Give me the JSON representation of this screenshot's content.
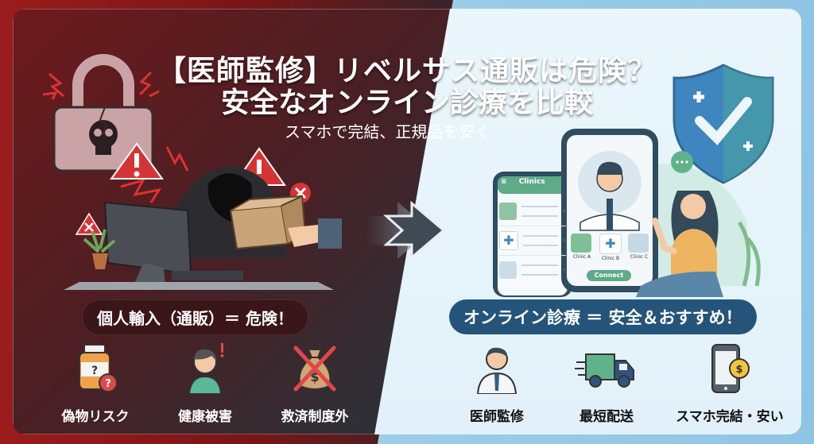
{
  "header": {
    "title_line1": "【医師監修】リベルサス通販は危険？",
    "title_line2": "安全なオンライン診療を比較",
    "subtitle": "スマホで完結、正規品を安く"
  },
  "left_panel": {
    "theme": "danger",
    "colors": {
      "primary": "#9b1c1c",
      "alert": "#d63434",
      "pill_bg": "#3a1618"
    },
    "illustration": [
      "broken-padlock-skull",
      "warning-triangles",
      "hooded-figure-at-computer",
      "package-handoff"
    ],
    "banner": "個人輸入（通販）＝ 危険！",
    "features": [
      {
        "icon": "question-bottle-icon",
        "label": "偽物リスク"
      },
      {
        "icon": "sick-person-icon",
        "label": "健康被害"
      },
      {
        "icon": "crossed-money-bag-icon",
        "label": "救済制度外"
      }
    ]
  },
  "arrow": {
    "icon": "right-arrow-icon"
  },
  "right_panel": {
    "theme": "safe",
    "colors": {
      "primary": "#24547a",
      "accent": "#4fa888",
      "shield": "#3f86c0"
    },
    "phone_list": {
      "header": "Clinics",
      "items": [
        {
          "icon": "doctor-avatar"
        },
        {
          "icon": "medical-cross"
        },
        {
          "icon": "nurse-avatar"
        }
      ]
    },
    "phone_video": {
      "clinics": [
        "Clinic A",
        "Clinic B",
        "Clinic C"
      ],
      "button": "Connect"
    },
    "chat_bubble": "…",
    "banner": "オンライン診療 ＝ 安全＆おすすめ！",
    "features": [
      {
        "icon": "doctor-icon",
        "label": "医師監修"
      },
      {
        "icon": "delivery-truck-icon",
        "label": "最短配送"
      },
      {
        "icon": "phone-coin-icon",
        "label": "スマホ完結・安い"
      }
    ]
  }
}
